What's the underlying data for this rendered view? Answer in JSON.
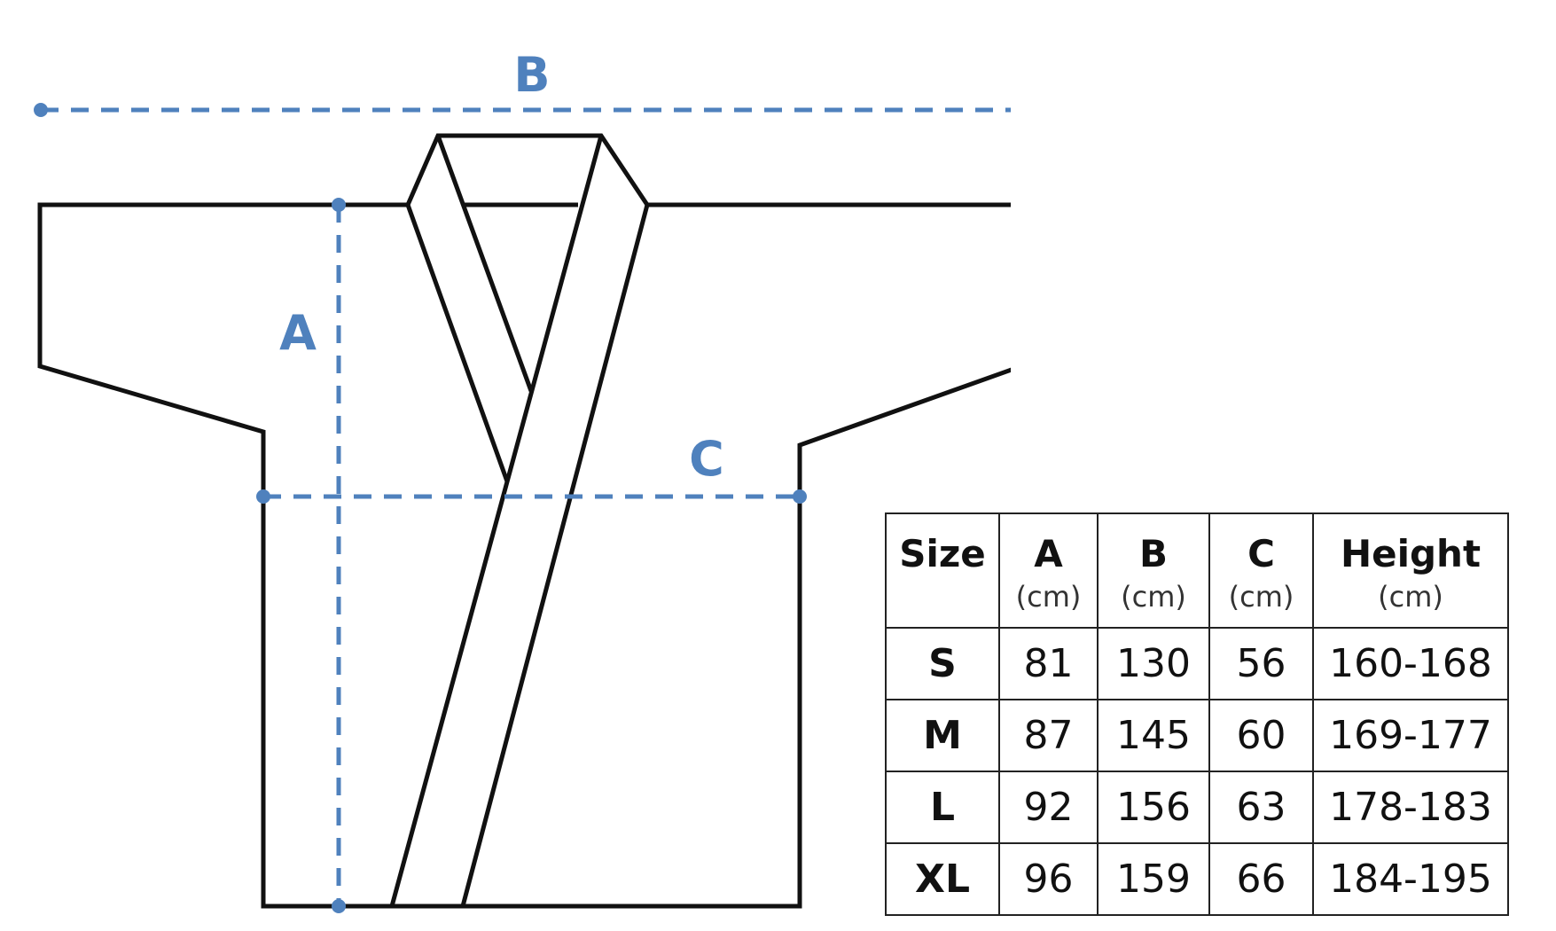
{
  "colors": {
    "outline": "#111111",
    "dimension": "#4f81bd"
  },
  "dimensions": {
    "a_label": "A",
    "b_label": "B",
    "c_label": "C"
  },
  "table": {
    "columns": [
      {
        "name": "Size",
        "unit": ""
      },
      {
        "name": "A",
        "unit": "(cm)"
      },
      {
        "name": "B",
        "unit": "(cm)"
      },
      {
        "name": "C",
        "unit": "(cm)"
      },
      {
        "name": "Height",
        "unit": "(cm)"
      }
    ],
    "rows": [
      {
        "size": "S",
        "a": "81",
        "b": "130",
        "c": "56",
        "height": "160-168"
      },
      {
        "size": "M",
        "a": "87",
        "b": "145",
        "c": "60",
        "height": "169-177"
      },
      {
        "size": "L",
        "a": "92",
        "b": "156",
        "c": "63",
        "height": "178-183"
      },
      {
        "size": "XL",
        "a": "96",
        "b": "159",
        "c": "66",
        "height": "184-195"
      }
    ]
  }
}
